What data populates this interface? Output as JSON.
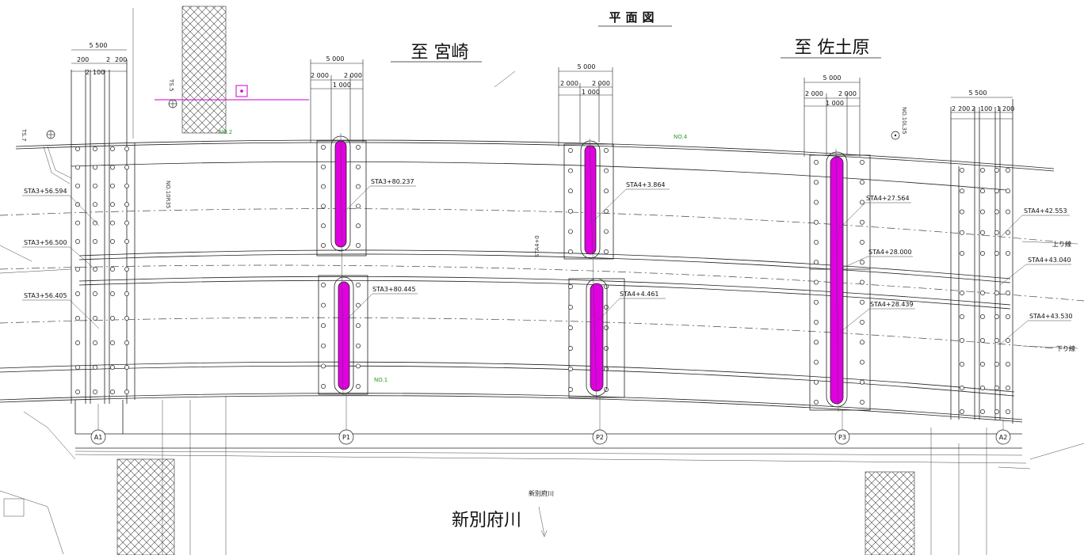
{
  "title": "平面図",
  "directions": {
    "left": "至 宮崎",
    "right": "至 佐土原"
  },
  "river": {
    "name_large": "新別府川",
    "name_small": "新別府川"
  },
  "lines": {
    "up": "上り線",
    "down": "下り線"
  },
  "marks": {
    "ts5": "TS.5",
    "ts7": "TS.7",
    "no2": "NO.2",
    "no4": "NO.4",
    "no1": "NO.1",
    "no10r35_left": "NO.10R35",
    "no10l35_right": "NO.10L35",
    "sta4_center": "STA4+0"
  },
  "supports": [
    {
      "id": "A1",
      "label": "A1"
    },
    {
      "id": "P1",
      "label": "P1"
    },
    {
      "id": "P2",
      "label": "P2"
    },
    {
      "id": "P3",
      "label": "P3"
    },
    {
      "id": "A2",
      "label": "A2"
    }
  ],
  "dimensions": {
    "a1_total": "5 500",
    "a1_parts": [
      "200",
      "2",
      "100",
      "2",
      "200"
    ],
    "p1_total": "5 000",
    "p1_parts": [
      "2 000",
      "1 000",
      "2 000"
    ],
    "p2_total": "5 000",
    "p2_parts": [
      "2 000",
      "1 000",
      "2 000"
    ],
    "p3_total": "5 000",
    "p3_parts": [
      "2 000",
      "1 000",
      "2 000"
    ],
    "a2_total": "5 500",
    "a2_parts": [
      "2",
      "200",
      "2",
      "100",
      "1",
      "200"
    ]
  },
  "stations": {
    "a1_1": "STA3+56.594",
    "a1_2": "STA3+56.500",
    "a1_3": "STA3+56.405",
    "p1_up": "STA3+80.237",
    "p1_down": "STA3+80.445",
    "p2_up": "STA4+3.864",
    "p2_down": "STA4+4.461",
    "p3_1": "STA4+27.564",
    "p3_2": "STA4+28.000",
    "p3_3": "STA4+28.439",
    "a2_1": "STA4+42.553",
    "a2_2": "STA4+43.040",
    "a2_3": "STA4+43.530"
  },
  "colors": {
    "pier_highlight": "#e000e0",
    "ts_line": "#cc00cc",
    "survey_green": "#2a9a2a",
    "linework": "#222222"
  }
}
